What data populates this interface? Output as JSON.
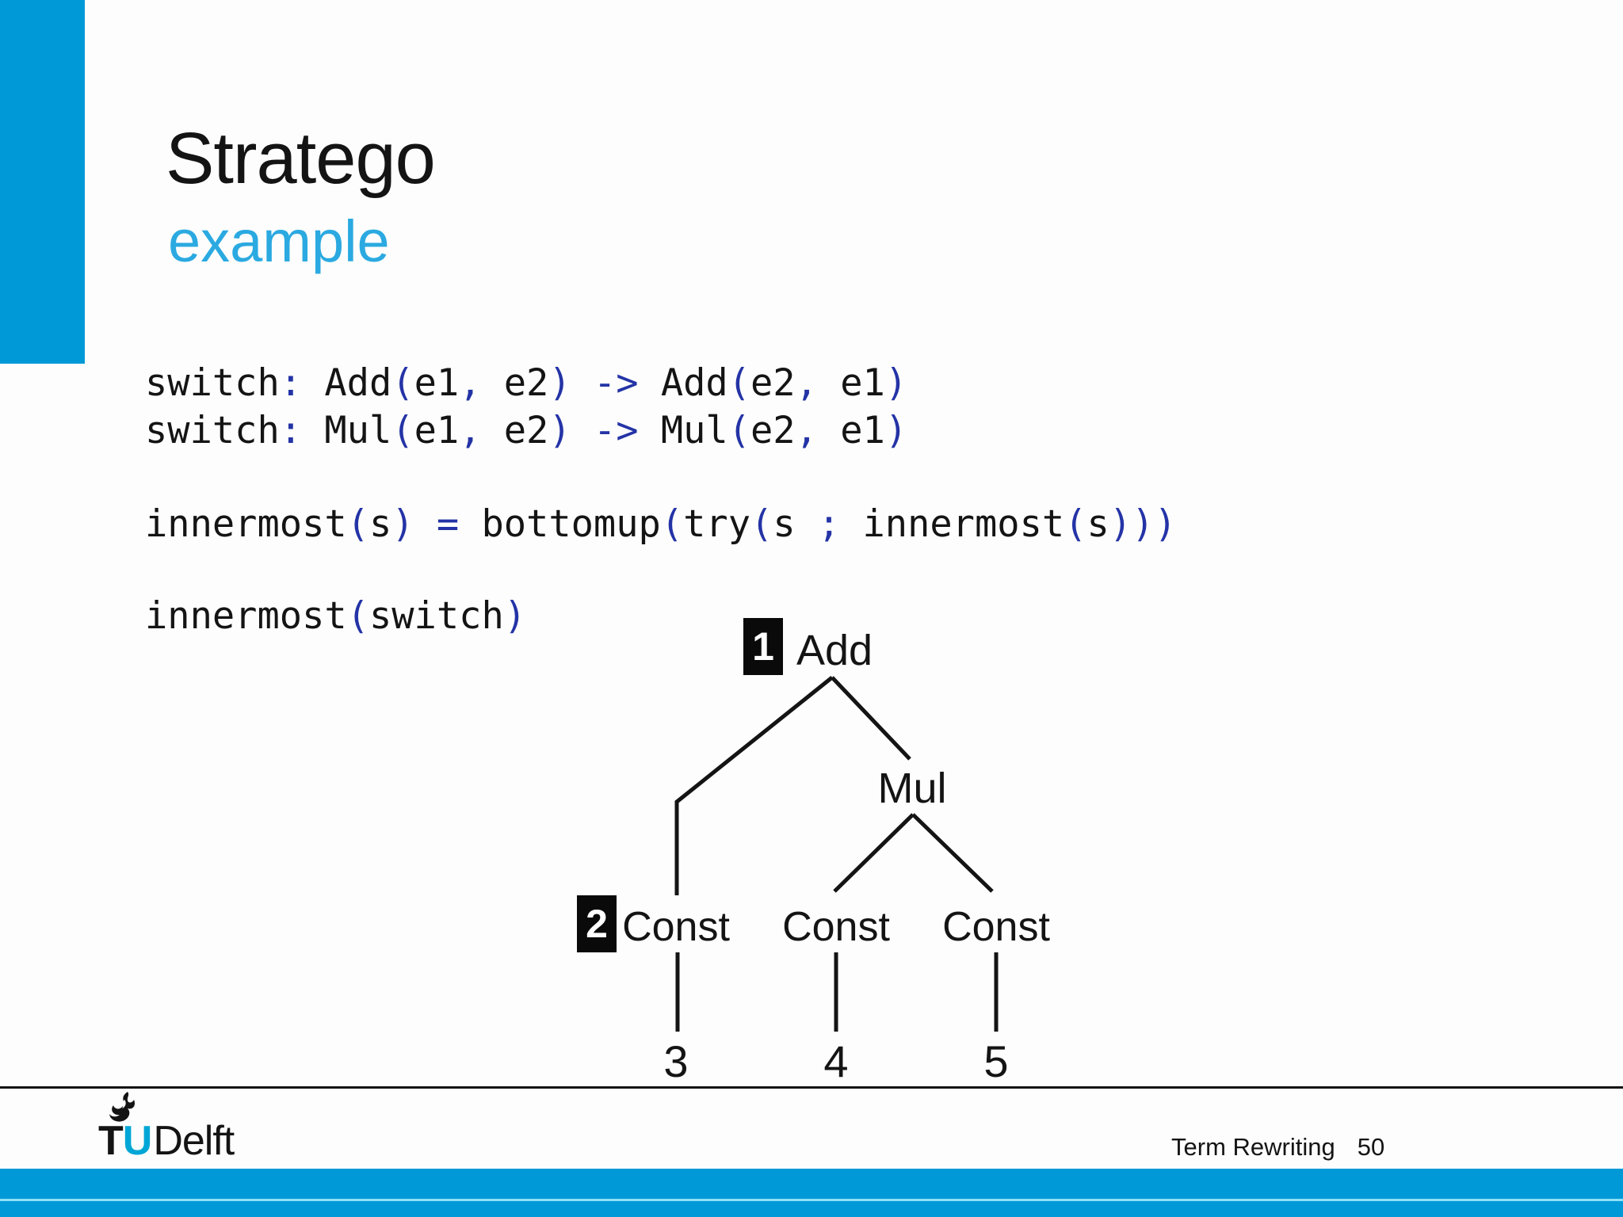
{
  "title": "Stratego",
  "subtitle": "example",
  "code": {
    "lines": [
      {
        "segments": [
          {
            "t": "switch",
            "c": "k"
          },
          {
            "t": ": ",
            "c": "p"
          },
          {
            "t": "Add",
            "c": "k"
          },
          {
            "t": "(",
            "c": "p"
          },
          {
            "t": "e1",
            "c": "k"
          },
          {
            "t": ", ",
            "c": "p"
          },
          {
            "t": "e2",
            "c": "k"
          },
          {
            "t": ") ",
            "c": "p"
          },
          {
            "t": "-> ",
            "c": "p"
          },
          {
            "t": "Add",
            "c": "k"
          },
          {
            "t": "(",
            "c": "p"
          },
          {
            "t": "e2",
            "c": "k"
          },
          {
            "t": ", ",
            "c": "p"
          },
          {
            "t": "e1",
            "c": "k"
          },
          {
            "t": ")",
            "c": "p"
          }
        ]
      },
      {
        "segments": [
          {
            "t": "switch",
            "c": "k"
          },
          {
            "t": ": ",
            "c": "p"
          },
          {
            "t": "Mul",
            "c": "k"
          },
          {
            "t": "(",
            "c": "p"
          },
          {
            "t": "e1",
            "c": "k"
          },
          {
            "t": ", ",
            "c": "p"
          },
          {
            "t": "e2",
            "c": "k"
          },
          {
            "t": ") ",
            "c": "p"
          },
          {
            "t": "-> ",
            "c": "p"
          },
          {
            "t": "Mul",
            "c": "k"
          },
          {
            "t": "(",
            "c": "p"
          },
          {
            "t": "e2",
            "c": "k"
          },
          {
            "t": ", ",
            "c": "p"
          },
          {
            "t": "e1",
            "c": "k"
          },
          {
            "t": ")",
            "c": "p"
          }
        ]
      },
      {
        "segments": [
          {
            "t": "innermost",
            "c": "k"
          },
          {
            "t": "(",
            "c": "p"
          },
          {
            "t": "s",
            "c": "k"
          },
          {
            "t": ")",
            "c": "p"
          },
          {
            "t": " ",
            "c": "k"
          },
          {
            "t": "=",
            "c": "p"
          },
          {
            "t": " ",
            "c": "k"
          },
          {
            "t": "bottomup",
            "c": "k"
          },
          {
            "t": "(",
            "c": "p"
          },
          {
            "t": "try",
            "c": "k"
          },
          {
            "t": "(",
            "c": "p"
          },
          {
            "t": "s ",
            "c": "k"
          },
          {
            "t": ";",
            "c": "p"
          },
          {
            "t": " innermost",
            "c": "k"
          },
          {
            "t": "(",
            "c": "p"
          },
          {
            "t": "s",
            "c": "k"
          },
          {
            "t": ")))",
            "c": "p"
          }
        ]
      },
      {
        "segments": [
          {
            "t": "innermost",
            "c": "k"
          },
          {
            "t": "(",
            "c": "p"
          },
          {
            "t": "switch",
            "c": "k"
          },
          {
            "t": ")",
            "c": "p"
          }
        ]
      }
    ]
  },
  "tree": {
    "root": {
      "badge": "1",
      "label": "Add"
    },
    "mul_label": "Mul",
    "leaves": [
      {
        "badge": "2",
        "label": "Const",
        "value": "3"
      },
      {
        "label": "Const",
        "value": "4"
      },
      {
        "label": "Const",
        "value": "5"
      }
    ]
  },
  "footer": {
    "logo_tu_t": "T",
    "logo_tu_u": "U",
    "logo_delft": "Delft",
    "course": "Term Rewriting",
    "page": "50"
  },
  "colors": {
    "bar_blue": "#0099D8",
    "subtitle_blue": "#2BA9E1",
    "code_punct_blue": "#2433A6",
    "tu_logo_blue": "#00A6D6",
    "bottom_divider_cyan": "#8FE0F8"
  }
}
